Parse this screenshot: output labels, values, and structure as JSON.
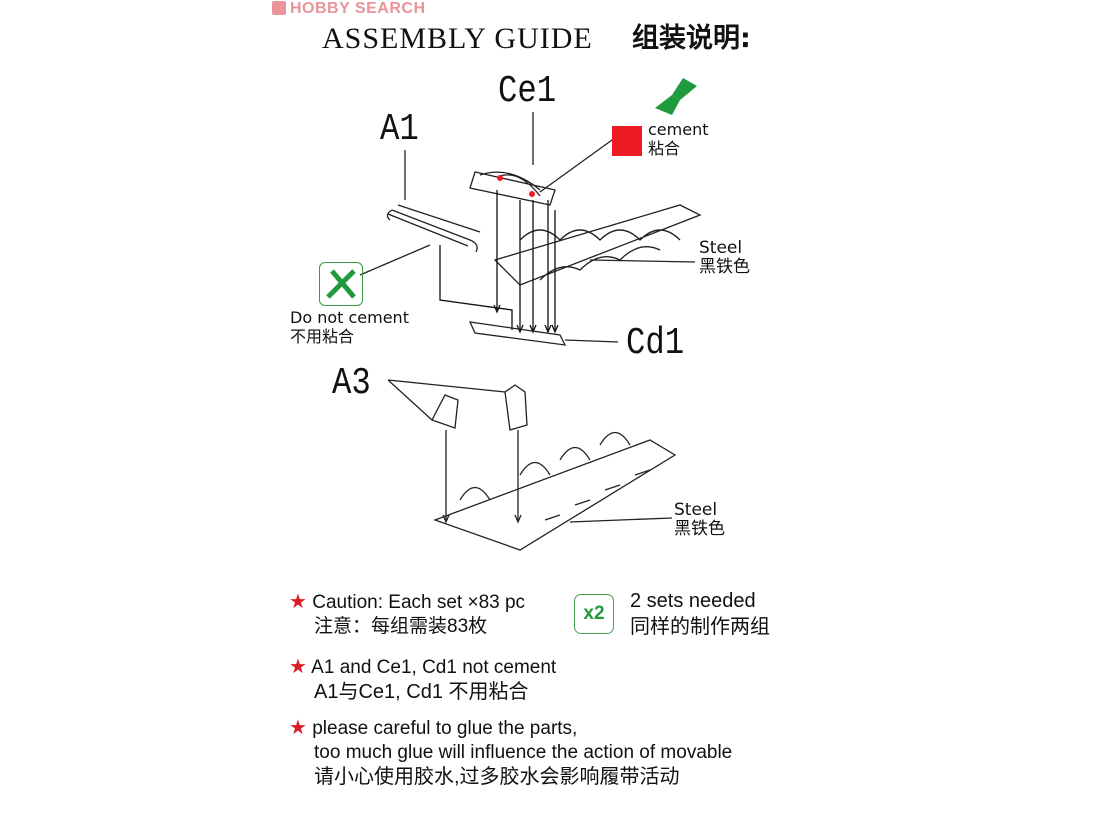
{
  "watermark": "HOBBY SEARCH",
  "header": {
    "title": "ASSEMBLY GUIDE",
    "title_cn": "组装说明:"
  },
  "parts": {
    "a1": "A1",
    "ce1": "Ce1",
    "cd1": "Cd1",
    "a3": "A3"
  },
  "legend": {
    "cement": {
      "label": "cement",
      "label_cn": "粘合",
      "color": "#ed1c24",
      "icon": "glue-brush-icon"
    },
    "do_not_cement": {
      "label": "Do not cement",
      "label_cn": "不用粘合",
      "icon": "no-glue-icon"
    }
  },
  "color_notes": [
    {
      "label": "Steel",
      "label_cn": "黑铁色"
    },
    {
      "label": "Steel",
      "label_cn": "黑铁色"
    }
  ],
  "instructions": [
    {
      "line1": "Caution: Each set ×83 pc",
      "line2": "注意：每组需装83枚"
    },
    {
      "line1": "A1 and Ce1, Cd1 not cement",
      "line2": "A1与Ce1, Cd1 不用粘合"
    },
    {
      "line1": "please careful to glue the parts,",
      "line2": "too much glue will influence the action of movable",
      "line3": "请小心使用胶水,过多胶水会影响履带活动"
    }
  ],
  "sets": {
    "badge": "x2",
    "label": "2 sets needed",
    "label_cn": "同样的制作两组"
  }
}
